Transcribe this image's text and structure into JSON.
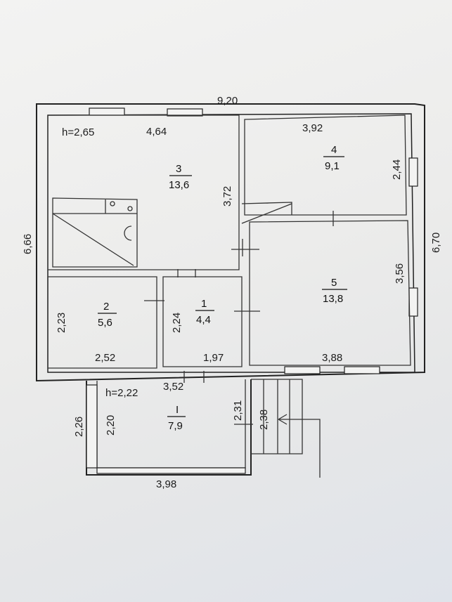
{
  "plan": {
    "overall_width": "9,20",
    "left_height": "6,66",
    "right_height": "6,70",
    "main_ceiling": "h=2,65",
    "annex_ceiling": "h=2,22"
  },
  "rooms": {
    "r3": {
      "number": "3",
      "area": "13,6",
      "top_width": "4,64",
      "right_height": "3,72"
    },
    "r4": {
      "number": "4",
      "area": "9,1",
      "top_width": "3,92",
      "right_height": "2,44"
    },
    "r5": {
      "number": "5",
      "area": "13,8",
      "right_height": "3,56",
      "bottom_width": "3,88"
    },
    "r2": {
      "number": "2",
      "area": "5,6",
      "left_height": "2,23",
      "bottom_width": "2,52"
    },
    "r1": {
      "number": "1",
      "area": "4,4",
      "left_height": "2,24",
      "bottom_width": "1,97"
    },
    "rI": {
      "number": "I",
      "area": "7,9",
      "top_width": "3,52",
      "left_height": "2,20",
      "right_height": "2,31",
      "bottom_width": "3,98"
    }
  },
  "annex": {
    "outer_left_height": "2,26",
    "porch_height": "2,38"
  }
}
